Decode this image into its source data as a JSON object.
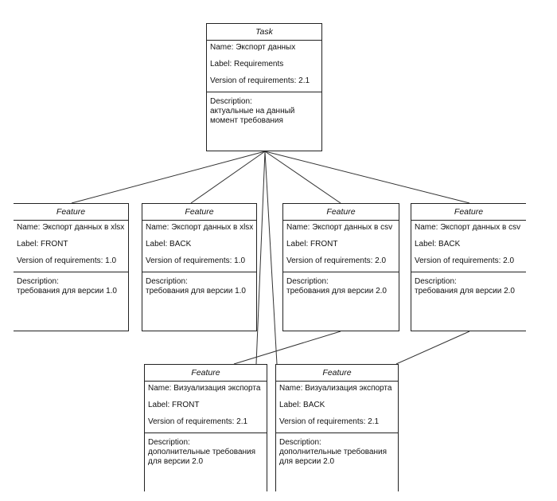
{
  "task": {
    "title": "Task",
    "name": "Name: Экспорт данных",
    "label": "Label: Requirements",
    "version": "Version of requirements: 2.1",
    "desc_label": "Description:",
    "desc_text": "актуальные на данный\nмомент требования"
  },
  "features": [
    {
      "title": "Feature",
      "name": "Name: Экспорт данных в xlsx",
      "label": "Label: FRONT",
      "version": "Version of requirements: 1.0",
      "desc_label": "Description:",
      "desc_text": "требования для версии 1.0"
    },
    {
      "title": "Feature",
      "name": "Name: Экспорт данных в xlsx",
      "label": "Label: BACK",
      "version": "Version of requirements: 1.0",
      "desc_label": "Description:",
      "desc_text": "требования для версии 1.0"
    },
    {
      "title": "Feature",
      "name": "Name: Экспорт данных в csv",
      "label": "Label: FRONT",
      "version": "Version of requirements: 2.0",
      "desc_label": "Description:",
      "desc_text": "требования для версии 2.0"
    },
    {
      "title": "Feature",
      "name": "Name: Экспорт данных в csv",
      "label": "Label: BACK",
      "version": "Version of requirements: 2.0",
      "desc_label": "Description:",
      "desc_text": "требования для версии 2.0"
    },
    {
      "title": "Feature",
      "name": "Name: Визуализация экспорта",
      "label": "Label: FRONT",
      "version": "Version of requirements: 2.1",
      "desc_label": "Description:",
      "desc_text": "дополнительные требования\nдля версии 2.0"
    },
    {
      "title": "Feature",
      "name": "Name: Визуализация экспорта",
      "label": "Label: BACK",
      "version": "Version of requirements: 2.1",
      "desc_label": "Description:",
      "desc_text": "дополнительные требования\nдля версии 2.0"
    }
  ]
}
